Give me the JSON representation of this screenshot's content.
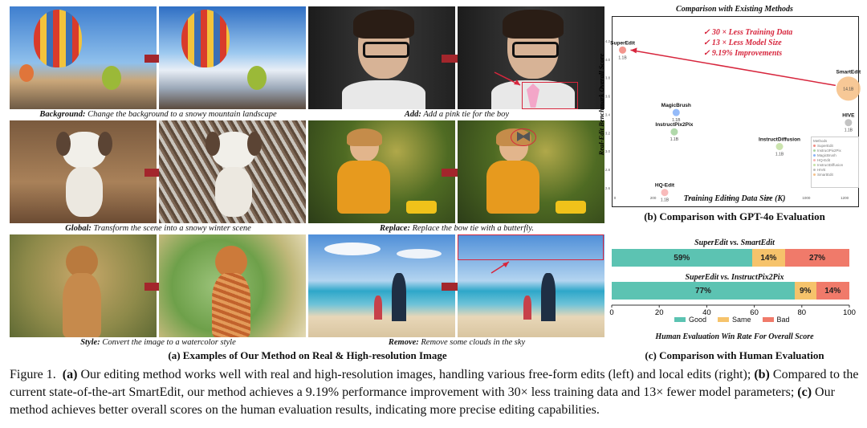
{
  "left_panel": {
    "rows": [
      {
        "items": [
          {
            "label": "Background:",
            "text": "Change the background to a snowy mountain landscape"
          },
          {
            "label": "Add:",
            "text": "Add a pink tie for the boy"
          }
        ]
      },
      {
        "items": [
          {
            "label": "Global:",
            "text": "Transform the scene into a snowy winter scene"
          },
          {
            "label": "Replace:",
            "text": "Replace the bow tie with a butterfly."
          }
        ]
      },
      {
        "items": [
          {
            "label": "Style:",
            "text": "Convert the image to a watercolor style"
          },
          {
            "label": "Remove:",
            "text": "Remove some clouds in the sky"
          }
        ]
      }
    ],
    "subcaption": "(a) Examples of Our Method on Real & High-resolution Image"
  },
  "scatter": {
    "title": "Comparison with Existing Methods",
    "ylabel": "Real-Edit Benchmark Overall Score",
    "xlabel": "Training Editing Data Size (K)",
    "annotations": [
      "✓ 30 × Less Training Data",
      "✓ 13 × Less Model Size",
      "✓ 9.19% Improvements"
    ],
    "subcaption": "(b) Comparison with GPT-4o Evaluation",
    "legend_title": "Methods",
    "colors": {
      "SuperEdit": "#f28b82",
      "MagicBrush": "#8ab4f8",
      "InstructPix2Pix": "#a8d5a2",
      "HQ-Edit": "#f8b4b4",
      "InstructDiffusion": "#c5e1a5",
      "HIVE": "#bdbdbd",
      "SmartEdit": "#f6c28b",
      "arrow": "#d7263d"
    }
  },
  "chart_data": [
    {
      "type": "scatter",
      "title": "Comparison with Existing Methods",
      "xlabel": "Training Editing Data Size (K)",
      "ylabel": "Real-Edit Benchmark Overall Score",
      "xlim": [
        0,
        1250
      ],
      "ylim": [
        2.6,
        4.4
      ],
      "x_ticks": [
        "0",
        "200",
        "400",
        "600",
        "800",
        "1000",
        "1200"
      ],
      "y_ticks": [
        "4.2",
        "4.0",
        "3.8",
        "3.6",
        "3.4",
        "3.2",
        "3.0",
        "2.8",
        "2.6"
      ],
      "grid": false,
      "legend_position": "bottom-right",
      "points": [
        {
          "name": "SuperEdit",
          "x": 40,
          "y": 4.1,
          "size_label": "1.1B"
        },
        {
          "name": "MagicBrush",
          "x": 320,
          "y": 3.42,
          "size_label": "1.1B"
        },
        {
          "name": "InstructPix2Pix",
          "x": 310,
          "y": 3.21,
          "size_label": "1.1B"
        },
        {
          "name": "InstructDiffusion",
          "x": 860,
          "y": 3.05,
          "size_label": "1.1B"
        },
        {
          "name": "HQ-Edit",
          "x": 260,
          "y": 2.55,
          "size_label": "1.1B"
        },
        {
          "name": "SmartEdit",
          "x": 1220,
          "y": 3.68,
          "size_label": "14.1B"
        },
        {
          "name": "HIVE",
          "x": 1220,
          "y": 3.31,
          "size_label": "1.1B"
        }
      ],
      "legend": [
        "SuperEdit",
        "InstructPix2Pix",
        "MagicBrush",
        "HQ-Edit",
        "InstructDiffusion",
        "HIVE",
        "SmartEdit"
      ]
    },
    {
      "type": "bar",
      "orientation": "horizontal-stacked",
      "title": "Human Evaluation Win Rate For Overall Score",
      "categories": [
        "SuperEdit vs. SmartEdit",
        "SuperEdit vs. InstructPix2Pix"
      ],
      "series": [
        {
          "name": "Good",
          "values": [
            59,
            77
          ],
          "color": "#5cc3b2"
        },
        {
          "name": "Same",
          "values": [
            14,
            9
          ],
          "color": "#f6c36b"
        },
        {
          "name": "Bad",
          "values": [
            27,
            14
          ],
          "color": "#f07a6a"
        }
      ],
      "value_labels": [
        [
          "59%",
          "14%",
          "27%"
        ],
        [
          "77%",
          "9%",
          "14%"
        ]
      ],
      "xlim": [
        0,
        100
      ],
      "x_ticks": [
        "0",
        "20",
        "40",
        "60",
        "80",
        "100"
      ],
      "legend_position": "bottom-center"
    }
  ],
  "human_eval": {
    "subcaption": "(c) Comparison with Human Evaluation"
  },
  "figure_caption": {
    "prefix": "Figure 1.",
    "a": "(a)",
    "a_text": " Our editing method works well with real and high-resolution images, handling various free-form edits (left) and local edits (right); ",
    "b": "(b)",
    "b_text": " Compared to the current state-of-the-art SmartEdit, our method achieves a 9.19% performance improvement with 30× less training data and 13× fewer model parameters; ",
    "c": "(c)",
    "c_text": " Our method achieves better overall scores on the human evaluation results, indicating more precise editing capabilities."
  }
}
